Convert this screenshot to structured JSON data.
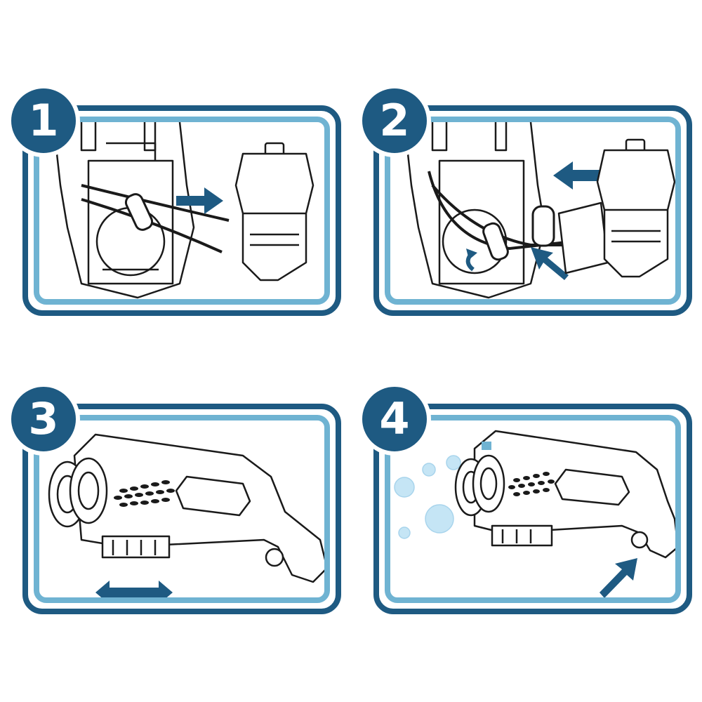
{
  "steps": [
    {
      "number": "1",
      "icon": "attach-cap-icon"
    },
    {
      "number": "2",
      "icon": "insert-cartridge-icon"
    },
    {
      "number": "3",
      "icon": "pump-slide-icon"
    },
    {
      "number": "4",
      "icon": "pull-trigger-icon"
    }
  ],
  "colors": {
    "frame_dark": "#1e5a82",
    "frame_light": "#6fb3d2",
    "arrow": "#1e5a82",
    "line_art": "#1a1a1a",
    "bubble": "#bfe3f5"
  }
}
